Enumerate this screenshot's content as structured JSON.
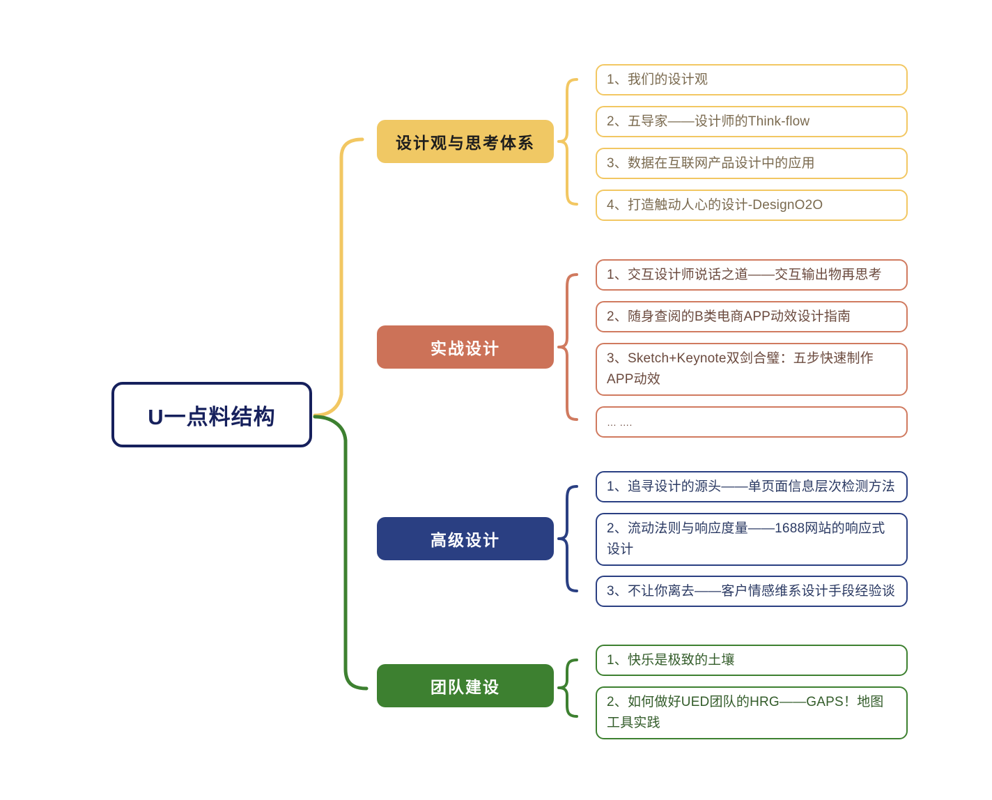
{
  "diagram": {
    "type": "mindmap",
    "root": {
      "label": "U一点料结构",
      "border_color": "#16205C",
      "text_color": "#16205C",
      "fill": "#FFFFFF"
    },
    "branches": [
      {
        "label": "设计观与思考体系",
        "fill": "#F0C864",
        "text_color": "#1D1D1D",
        "connector_color": "#F2C762",
        "leaves": [
          {
            "text": "1、我们的设计观"
          },
          {
            "text": "2、五导家——设计师的Think-flow"
          },
          {
            "text": "3、数据在互联网产品设计中的应用"
          },
          {
            "text": "4、打造触动人心的设计-DesignO2O"
          }
        ]
      },
      {
        "label": "实战设计",
        "fill": "#CC7258",
        "text_color": "#FFFFFF",
        "connector_color": "#D07A5F",
        "leaves": [
          {
            "text": "1、交互设计师说话之道——交互输出物再思考"
          },
          {
            "text": "2、随身查阅的B类电商APP动效设计指南"
          },
          {
            "text": "3、Sketch+Keynote双剑合璧：五步快速制作APP动效"
          },
          {
            "text": "… ….",
            "small": true
          }
        ]
      },
      {
        "label": "高级设计",
        "fill": "#2A3F82",
        "text_color": "#FFFFFF",
        "connector_color": "#2A3F82",
        "leaves": [
          {
            "text": "1、追寻设计的源头——单页面信息层次检测方法"
          },
          {
            "text": "2、流动法则与响应度量——1688网站的响应式设计"
          },
          {
            "text": "3、不让你离去——客户情感维系设计手段经验谈"
          }
        ]
      },
      {
        "label": "团队建设",
        "fill": "#3D8030",
        "text_color": "#FFFFFF",
        "connector_color": "#3D8030",
        "leaves": [
          {
            "text": "1、快乐是极致的土壤"
          },
          {
            "text": "2、如何做好UED团队的HRG——GAPS！地图工具实践"
          }
        ]
      }
    ]
  }
}
